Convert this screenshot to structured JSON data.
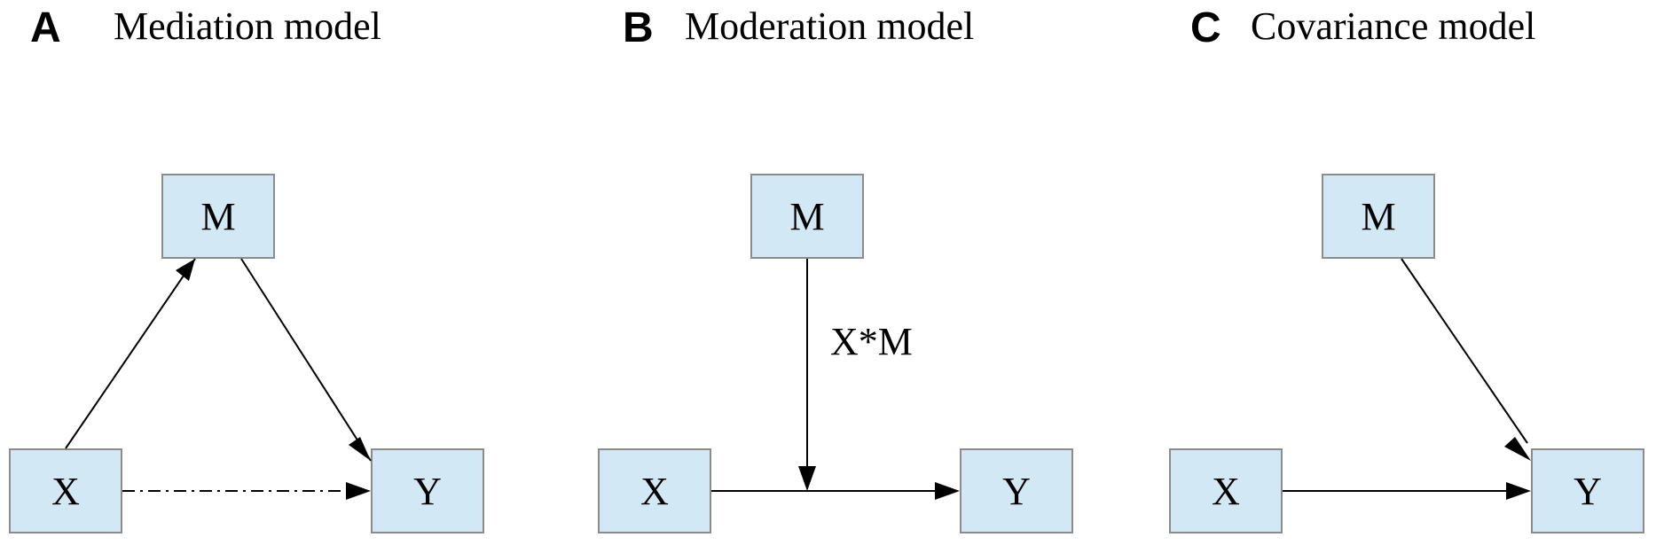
{
  "panels": [
    {
      "letter": "A",
      "title": "Mediation model",
      "nodes": {
        "m": "M",
        "x": "X",
        "y": "Y"
      }
    },
    {
      "letter": "B",
      "title": "Moderation model",
      "nodes": {
        "m": "M",
        "x": "X",
        "y": "Y"
      },
      "edge_label": "X*M"
    },
    {
      "letter": "C",
      "title": "Covariance model",
      "nodes": {
        "m": "M",
        "x": "X",
        "y": "Y"
      }
    }
  ],
  "colors": {
    "node_fill": "#d2e8f5",
    "node_border": "#8c8c8c",
    "edge": "#000000"
  }
}
